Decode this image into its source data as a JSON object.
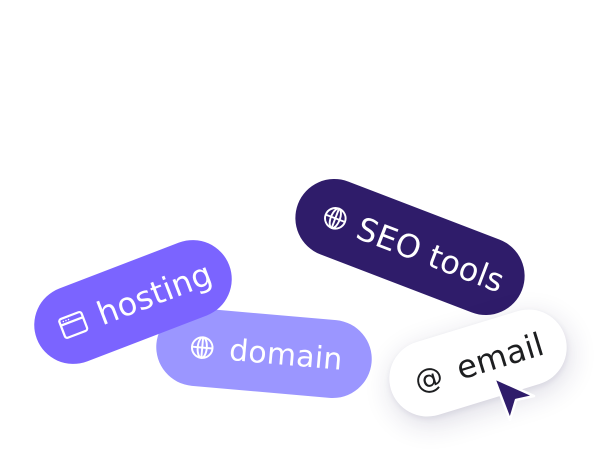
{
  "tags": {
    "seo": {
      "label": "SEO tools",
      "icon": "globe-icon",
      "color": "#2f1c6a"
    },
    "domain": {
      "label": "domain",
      "icon": "globe-icon",
      "color": "#9b96ff"
    },
    "hosting": {
      "label": "hosting",
      "icon": "browser-window-icon",
      "color": "#7b64ff"
    },
    "email": {
      "label": "email",
      "icon_text": "@",
      "color": "#ffffff"
    }
  },
  "cursor": {
    "icon": "pointer-cursor-icon",
    "color": "#2f1c6a"
  }
}
